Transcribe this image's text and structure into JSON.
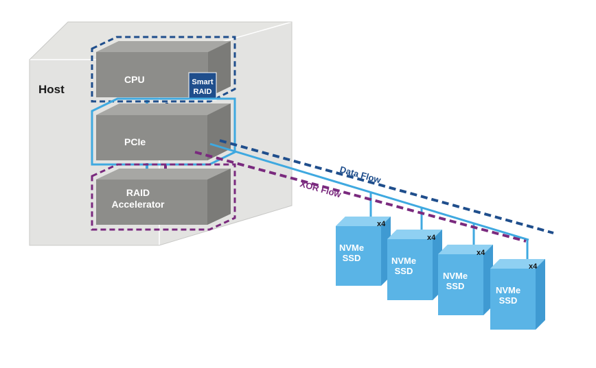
{
  "host": {
    "label": "Host"
  },
  "cpu": {
    "label": "CPU"
  },
  "smart_raid": {
    "line1": "Smart",
    "line2": "RAID"
  },
  "pcie": {
    "label": "PCIe"
  },
  "raid_accelerator": {
    "line1": "RAID",
    "line2": "Accelerator"
  },
  "flows": {
    "data": "Data Flow",
    "xor": "XOR Flow"
  },
  "ssds": [
    {
      "line1": "NVMe",
      "line2": "SSD",
      "lanes": "x4"
    },
    {
      "line1": "NVMe",
      "line2": "SSD",
      "lanes": "x4"
    },
    {
      "line1": "NVMe",
      "line2": "SSD",
      "lanes": "x4"
    },
    {
      "line1": "NVMe",
      "line2": "SSD",
      "lanes": "x4"
    }
  ],
  "colors": {
    "data_flow": "#1f4e8c",
    "xor_flow": "#7a2a7e",
    "pcie_link": "#3fa9e0",
    "ssd_front": "#5ab4e6",
    "block_gray": "#8c8c89",
    "host_box": "#d8d8d6"
  }
}
